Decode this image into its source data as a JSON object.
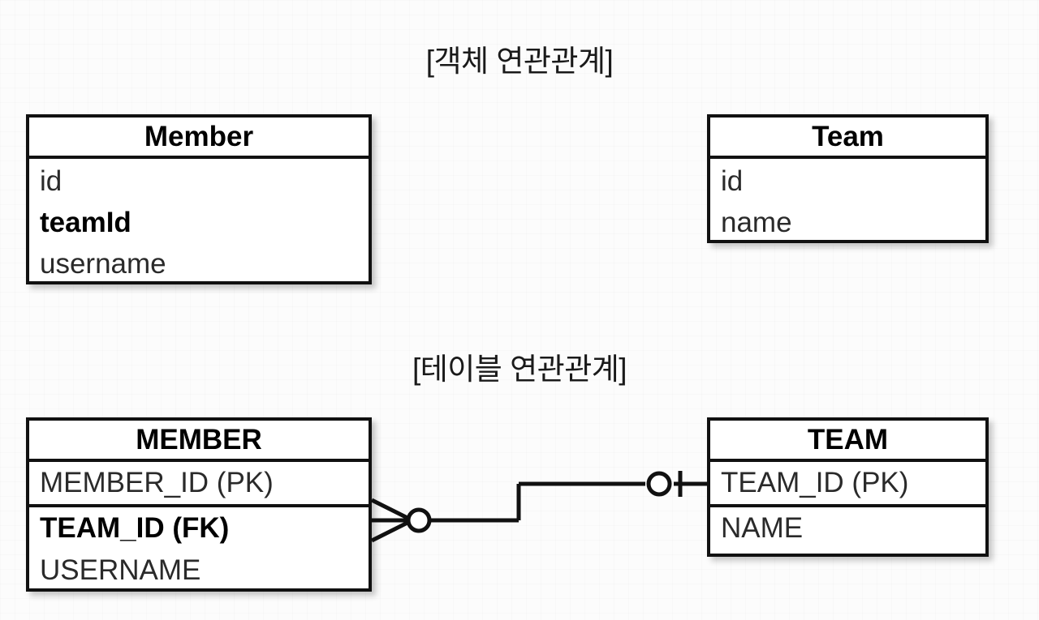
{
  "diagram": {
    "sections": [
      {
        "title": "[객체 연관관계]"
      },
      {
        "title": "[테이블 연관관계]"
      }
    ]
  },
  "object_model": {
    "member": {
      "name": "Member",
      "fields": [
        {
          "label": "id",
          "bold": false
        },
        {
          "label": "teamId",
          "bold": true
        },
        {
          "label": "username",
          "bold": false
        }
      ]
    },
    "team": {
      "name": "Team",
      "fields": [
        {
          "label": "id",
          "bold": false
        },
        {
          "label": "name",
          "bold": false
        }
      ]
    }
  },
  "table_model": {
    "member": {
      "name": "MEMBER",
      "key_field": {
        "label": "MEMBER_ID (PK)",
        "bold": false
      },
      "fields": [
        {
          "label": "TEAM_ID (FK)",
          "bold": true
        },
        {
          "label": "USERNAME",
          "bold": false
        }
      ]
    },
    "team": {
      "name": "TEAM",
      "key_field": {
        "label": "TEAM_ID (PK)",
        "bold": false
      },
      "fields": [
        {
          "label": "NAME",
          "bold": false
        }
      ]
    },
    "relationship": {
      "left_cardinality": "zero-or-many-crows-foot",
      "right_cardinality": "zero-or-one",
      "line_color": "#111111"
    }
  }
}
